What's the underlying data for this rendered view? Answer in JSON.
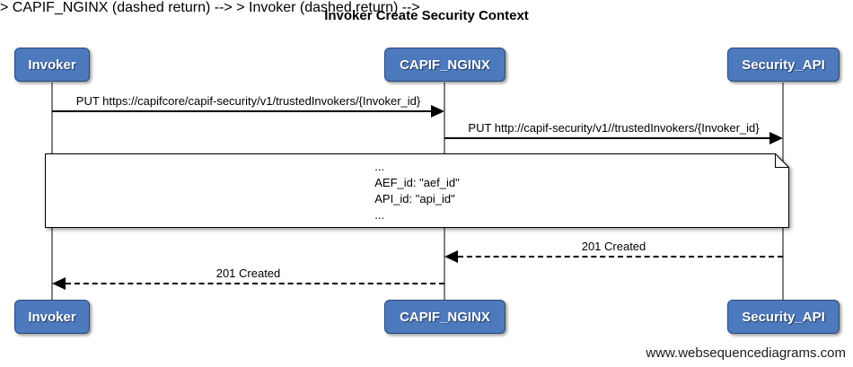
{
  "title": "Invoker Create Security Context",
  "actors": [
    {
      "name": "Invoker"
    },
    {
      "name": "CAPIF_NGINX"
    },
    {
      "name": "Security_API"
    }
  ],
  "messages": [
    {
      "from": "Invoker",
      "to": "CAPIF_NGINX",
      "style": "solid",
      "label": "PUT https://capifcore/capif-security/v1/trustedInvokers/{Invoker_id}"
    },
    {
      "from": "CAPIF_NGINX",
      "to": "Security_API",
      "style": "solid",
      "label": "PUT http://capif-security/v1//trustedInvokers/{Invoker_id}"
    },
    {
      "from": "Security_API",
      "to": "CAPIF_NGINX",
      "style": "dashed",
      "label": "201 Created"
    },
    {
      "from": "CAPIF_NGINX",
      "to": "Invoker",
      "style": "dashed",
      "label": "201 Created"
    }
  ],
  "note": {
    "lines": [
      "...",
      "AEF_id: \"aef_id\"",
      "API_id: \"api_id\"",
      "..."
    ]
  },
  "footer": "www.websequencediagrams.com",
  "colors": {
    "background": "#ffffff",
    "actor_fill": "#4d79bd",
    "actor_border": "#2b4a79",
    "actor_text": "#ffffff",
    "lifeline": "#808080",
    "message_line": "#000000",
    "note_fill": "#ffffff",
    "note_border": "#000000"
  }
}
